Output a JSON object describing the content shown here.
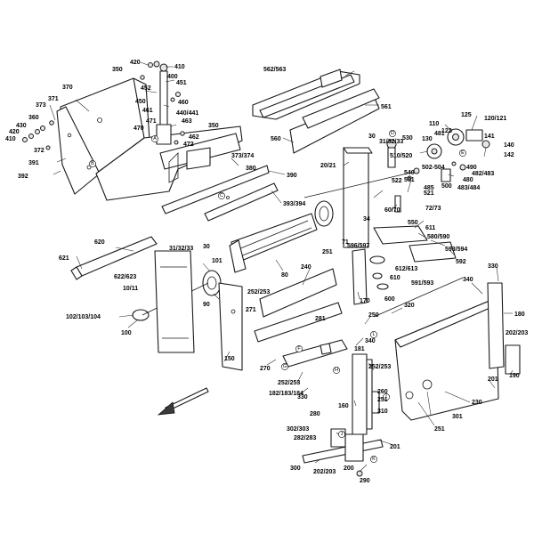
{
  "labels": [
    {
      "id": "l410a",
      "text": "410"
    },
    {
      "id": "l420a",
      "text": "420"
    },
    {
      "id": "l350",
      "text": "350"
    },
    {
      "id": "l400",
      "text": "400"
    },
    {
      "id": "l451",
      "text": "451"
    },
    {
      "id": "l452",
      "text": "452"
    },
    {
      "id": "l450",
      "text": "450"
    },
    {
      "id": "l460",
      "text": "460"
    },
    {
      "id": "l461",
      "text": "461"
    },
    {
      "id": "l440",
      "text": "440/441"
    },
    {
      "id": "l463",
      "text": "463"
    },
    {
      "id": "l471",
      "text": "471"
    },
    {
      "id": "l470",
      "text": "470"
    },
    {
      "id": "l462",
      "text": "462"
    },
    {
      "id": "l472",
      "text": "472"
    },
    {
      "id": "l370",
      "text": "370"
    },
    {
      "id": "l371",
      "text": "371"
    },
    {
      "id": "l373",
      "text": "373"
    },
    {
      "id": "l360",
      "text": "360"
    },
    {
      "id": "l430",
      "text": "430"
    },
    {
      "id": "l420b",
      "text": "420"
    },
    {
      "id": "l410b",
      "text": "410"
    },
    {
      "id": "l372",
      "text": "372"
    },
    {
      "id": "l391",
      "text": "391"
    },
    {
      "id": "l392",
      "text": "392"
    },
    {
      "id": "l350b",
      "text": "350"
    },
    {
      "id": "l373374",
      "text": "373/374"
    },
    {
      "id": "l380",
      "text": "380"
    },
    {
      "id": "l390",
      "text": "390"
    },
    {
      "id": "l393394",
      "text": "393/394"
    },
    {
      "id": "l562",
      "text": "562/563"
    },
    {
      "id": "l561",
      "text": "561"
    },
    {
      "id": "l560",
      "text": "560"
    },
    {
      "id": "l30a",
      "text": "30"
    },
    {
      "id": "l313233a",
      "text": "31/32/33"
    },
    {
      "id": "l2021",
      "text": "20/21"
    },
    {
      "id": "l530",
      "text": "530"
    },
    {
      "id": "l510",
      "text": "510/520"
    },
    {
      "id": "l110",
      "text": "110"
    },
    {
      "id": "l130",
      "text": "130"
    },
    {
      "id": "l125",
      "text": "125"
    },
    {
      "id": "l120",
      "text": "120/121"
    },
    {
      "id": "l122",
      "text": "122"
    },
    {
      "id": "l140",
      "text": "140"
    },
    {
      "id": "l141",
      "text": "141"
    },
    {
      "id": "l142",
      "text": "142"
    },
    {
      "id": "l481",
      "text": "481"
    },
    {
      "id": "l502",
      "text": "502-504"
    },
    {
      "id": "l490",
      "text": "490"
    },
    {
      "id": "l540",
      "text": "540"
    },
    {
      "id": "l501",
      "text": "501"
    },
    {
      "id": "l522",
      "text": "522"
    },
    {
      "id": "l485",
      "text": "485"
    },
    {
      "id": "l500",
      "text": "500"
    },
    {
      "id": "l480",
      "text": "480"
    },
    {
      "id": "l482",
      "text": "482/483"
    },
    {
      "id": "l483",
      "text": "483/484"
    },
    {
      "id": "l521",
      "text": "521"
    },
    {
      "id": "l6070",
      "text": "60/70"
    },
    {
      "id": "l7273",
      "text": "72/73"
    },
    {
      "id": "l34",
      "text": "34"
    },
    {
      "id": "l550",
      "text": "550"
    },
    {
      "id": "l611",
      "text": "611"
    },
    {
      "id": "l71",
      "text": "71"
    },
    {
      "id": "l596",
      "text": "596/597"
    },
    {
      "id": "l580",
      "text": "580/590"
    },
    {
      "id": "l593594",
      "text": "593/594"
    },
    {
      "id": "l592",
      "text": "592"
    },
    {
      "id": "l612",
      "text": "612/613"
    },
    {
      "id": "l610",
      "text": "610"
    },
    {
      "id": "l591",
      "text": "591/593"
    },
    {
      "id": "l600",
      "text": "600"
    },
    {
      "id": "l620",
      "text": "620"
    },
    {
      "id": "l621",
      "text": "621"
    },
    {
      "id": "l313233b",
      "text": "31/32/33"
    },
    {
      "id": "l30b",
      "text": "30"
    },
    {
      "id": "l622",
      "text": "622/623"
    },
    {
      "id": "l1011",
      "text": "10/11"
    },
    {
      "id": "l102",
      "text": "102/103/104"
    },
    {
      "id": "l100",
      "text": "100"
    },
    {
      "id": "l101",
      "text": "101"
    },
    {
      "id": "l90",
      "text": "90"
    },
    {
      "id": "l80",
      "text": "80"
    },
    {
      "id": "l240",
      "text": "240"
    },
    {
      "id": "l251a",
      "text": "251"
    },
    {
      "id": "l252a",
      "text": "252/253"
    },
    {
      "id": "l271",
      "text": "271"
    },
    {
      "id": "l150",
      "text": "150"
    },
    {
      "id": "l170",
      "text": "170"
    },
    {
      "id": "l330a",
      "text": "330"
    },
    {
      "id": "l340a",
      "text": "340"
    },
    {
      "id": "l180",
      "text": "180"
    },
    {
      "id": "l320",
      "text": "320"
    },
    {
      "id": "l250",
      "text": "250"
    },
    {
      "id": "l281",
      "text": "281"
    },
    {
      "id": "l340b",
      "text": "340"
    },
    {
      "id": "l181",
      "text": "181"
    },
    {
      "id": "l270",
      "text": "270"
    },
    {
      "id": "l252b",
      "text": "252/253"
    },
    {
      "id": "l182",
      "text": "182/183/184"
    },
    {
      "id": "l252c",
      "text": "252/253"
    },
    {
      "id": "l330b",
      "text": "330"
    },
    {
      "id": "l260",
      "text": "260"
    },
    {
      "id": "l251b",
      "text": "251"
    },
    {
      "id": "l160",
      "text": "160"
    },
    {
      "id": "l310",
      "text": "310"
    },
    {
      "id": "l230",
      "text": "230"
    },
    {
      "id": "l301",
      "text": "301"
    },
    {
      "id": "l251c",
      "text": "251"
    },
    {
      "id": "l201a",
      "text": "201"
    },
    {
      "id": "l190",
      "text": "190"
    },
    {
      "id": "l202a",
      "text": "202/203"
    },
    {
      "id": "l280",
      "text": "280"
    },
    {
      "id": "l302",
      "text": "302/303"
    },
    {
      "id": "l282",
      "text": "282/283"
    },
    {
      "id": "l201b",
      "text": "201"
    },
    {
      "id": "l300",
      "text": "300"
    },
    {
      "id": "l202b",
      "text": "202/203"
    },
    {
      "id": "l200",
      "text": "200"
    },
    {
      "id": "l290",
      "text": "290"
    }
  ],
  "callout_letters": [
    {
      "id": "cA",
      "text": "A"
    },
    {
      "id": "cB",
      "text": "B"
    },
    {
      "id": "cC",
      "text": "C"
    },
    {
      "id": "cD",
      "text": "D"
    },
    {
      "id": "cE",
      "text": "E"
    },
    {
      "id": "cF",
      "text": "F"
    },
    {
      "id": "cG",
      "text": "G"
    },
    {
      "id": "cH",
      "text": "H"
    },
    {
      "id": "cI",
      "text": "I"
    },
    {
      "id": "cJ",
      "text": "J"
    },
    {
      "id": "cK",
      "text": "K"
    },
    {
      "id": "cL",
      "text": "L"
    }
  ]
}
